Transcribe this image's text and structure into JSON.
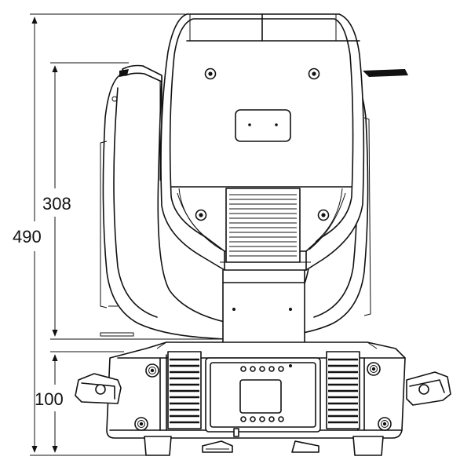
{
  "dimensions": {
    "total_height": "490",
    "head_height": "308",
    "base_height": "100"
  }
}
